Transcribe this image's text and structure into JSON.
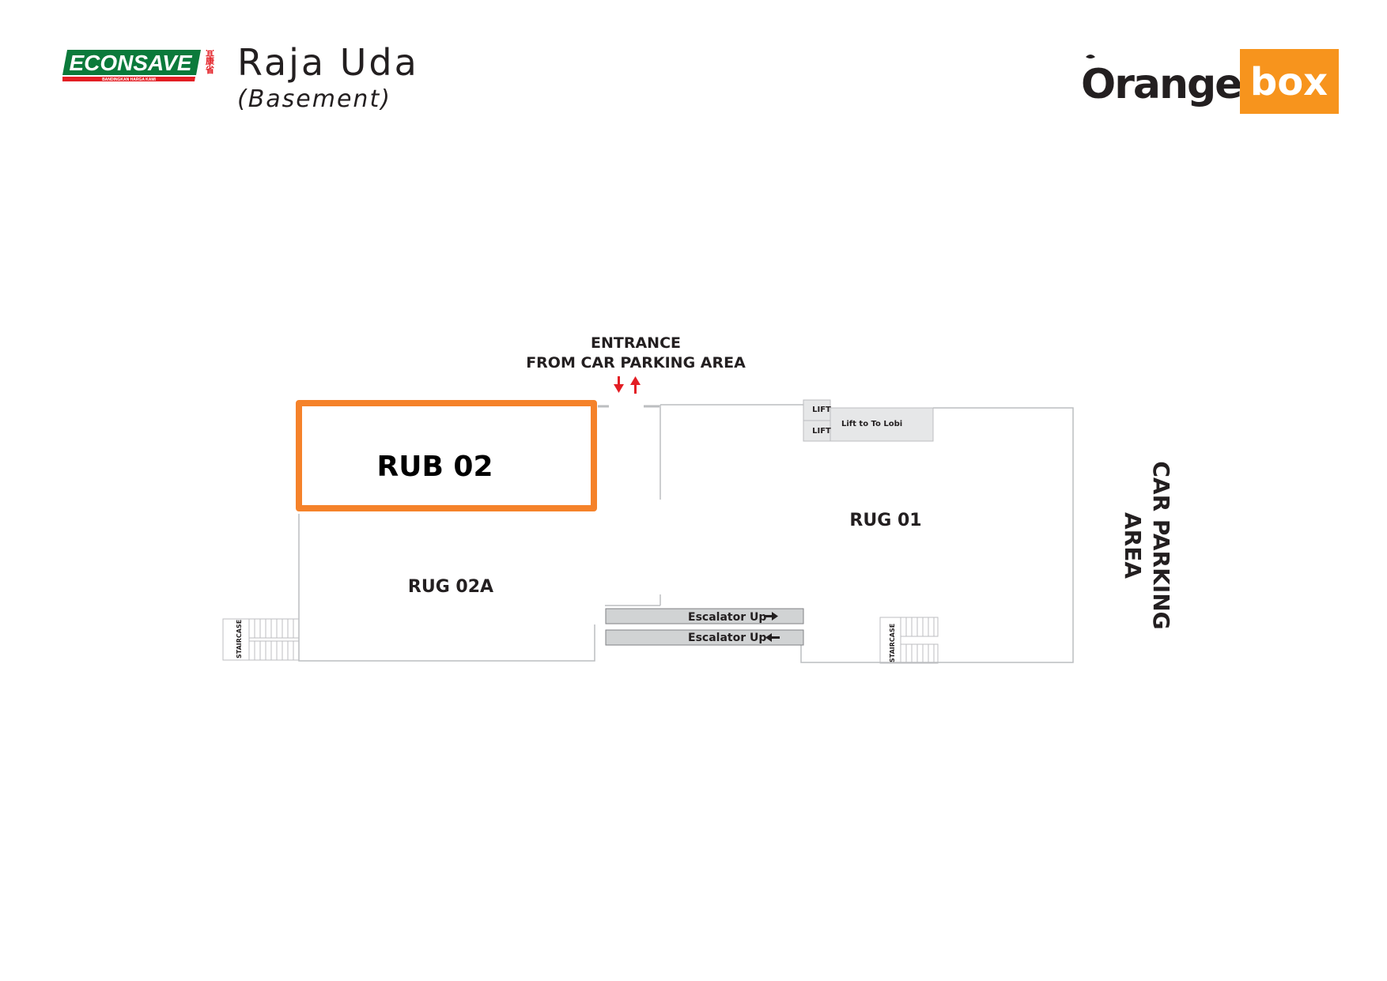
{
  "header": {
    "brand_left": {
      "name": "ECONSAVE",
      "tagline": "BANDINGKAN HARGA KAMI",
      "chinese_mark": "宜康省"
    },
    "title": "Raja Uda",
    "subtitle": "(Basement)",
    "brand_right": {
      "name_part_1": "Orange",
      "name_part_2": "box"
    }
  },
  "map": {
    "entrance_line_1": "ENTRANCE",
    "entrance_line_2": "FROM CAR PARKING AREA",
    "units": {
      "highlighted": "RUB 02",
      "rug02a": "RUG 02A",
      "rug01": "RUG 01"
    },
    "lift_1": "LIFT",
    "lift_2": "LIFT",
    "lift_lobby": "Lift to To Lobi",
    "escalator_1": "Escalator Up",
    "escalator_2": "Escalator Up",
    "staircase_left": "STAIRCASE",
    "staircase_right": "STAIRCASE",
    "parking_line_1": "CAR PARKING",
    "parking_line_2": "AREA"
  },
  "colors": {
    "highlight_orange": "#f5822a",
    "econsave_green": "#0b7a3b",
    "econsave_red": "#e31e24",
    "arrow_red": "#e31e24",
    "wall_gray": "#bcbec0",
    "fill_gray": "#e6e7e8",
    "text_dark": "#231f20"
  }
}
